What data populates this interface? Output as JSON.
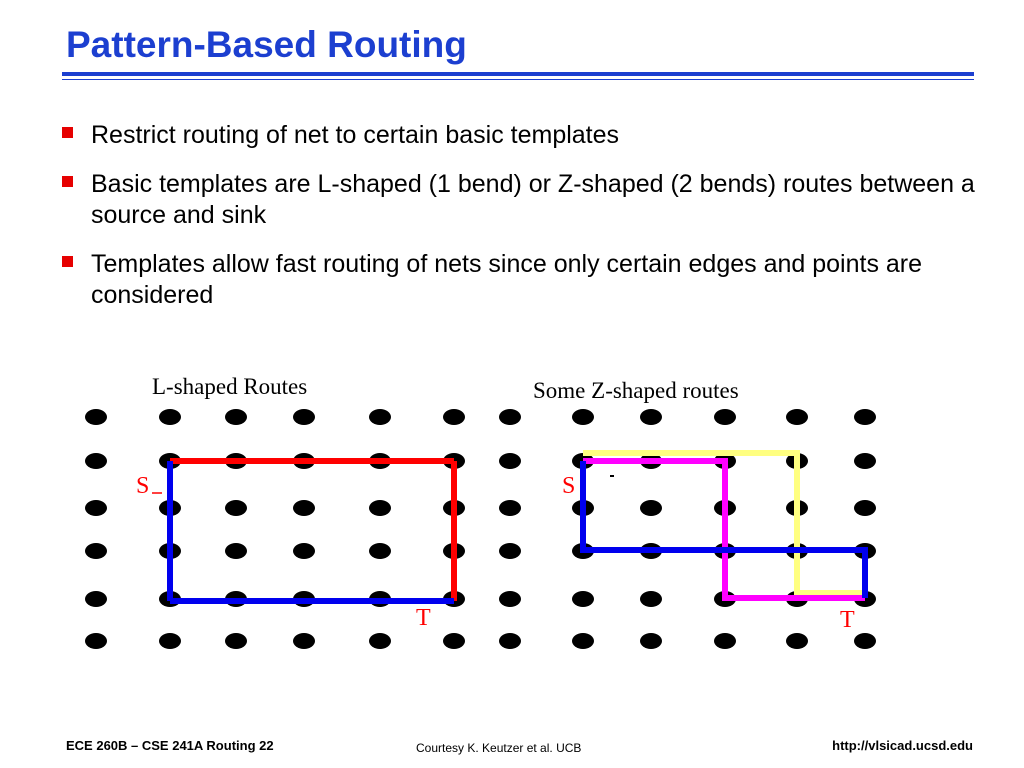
{
  "slide": {
    "title": "Pattern-Based Routing",
    "bullets": [
      "Restrict routing of net to certain basic templates",
      "Basic templates are L-shaped (1 bend) or Z-shaped (2 bends) routes between a source and sink",
      "Templates allow fast routing of nets since only certain edges and points are considered"
    ]
  },
  "figure": {
    "left_panel": {
      "caption": "L-shaped Routes",
      "source_label": "S",
      "sink_label": "T"
    },
    "right_panel": {
      "caption": "Some Z-shaped routes",
      "source_label": "S",
      "sink_label": "T"
    }
  },
  "footer": {
    "left": "ECE 260B – CSE 241A Routing 22",
    "center": "Courtesy K. Keutzer et al. UCB",
    "right": "http://vlsicad.ucsd.edu"
  },
  "colors": {
    "title": "#1c3fd0",
    "bullet_marker": "#e60000",
    "route_blue": "#0000ee",
    "route_red": "#ff0000",
    "route_magenta": "#ff00ff",
    "route_yellow": "#ffff80",
    "grid_dot": "#000000"
  }
}
